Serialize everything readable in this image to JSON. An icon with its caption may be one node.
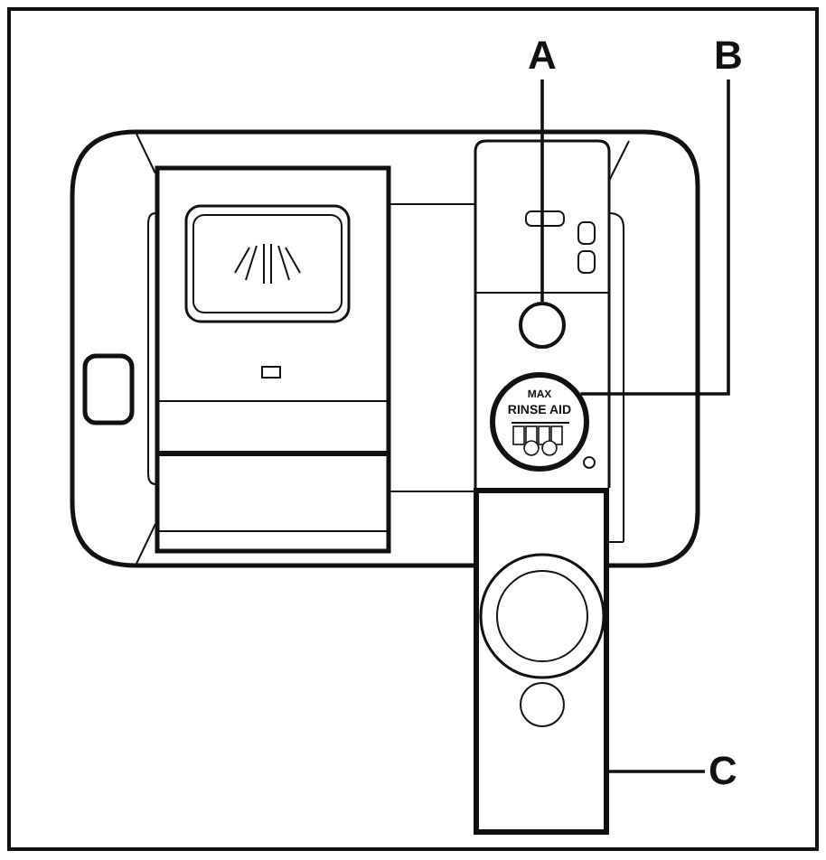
{
  "diagram": {
    "nodes": [
      {
        "text": [
          "A"
        ]
      },
      {
        "text": [
          "B"
        ]
      },
      {
        "text": [],
        "shape": "circle"
      },
      {
        "text": [
          "MAX",
          "RINSE AID"
        ]
      },
      {
        "text": [],
        "shape": "box"
      },
      {
        "text": [
          "C"
        ]
      }
    ],
    "edges": [
      {
        "from": 0,
        "to": 2,
        "arrow": "none"
      },
      {
        "from": 1,
        "to": 3,
        "arrow": "none"
      },
      {
        "from": 5,
        "to": 4,
        "arrow": "none"
      }
    ]
  }
}
